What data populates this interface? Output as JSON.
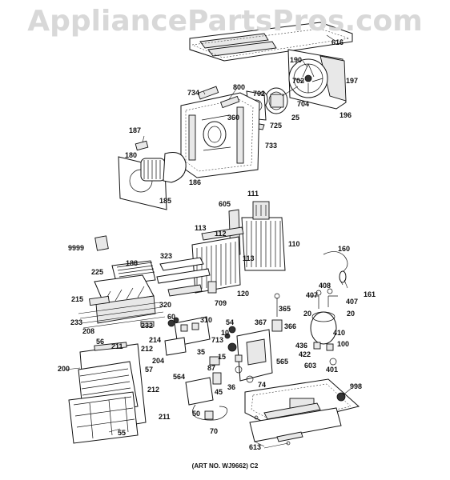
{
  "watermark": "AppliancePartsPros.com",
  "footer": "(ART NO. WJ9662) C2",
  "callouts": [
    {
      "id": "616"
    },
    {
      "id": "190"
    },
    {
      "id": "702a",
      "text": "702"
    },
    {
      "id": "197"
    },
    {
      "id": "734"
    },
    {
      "id": "800"
    },
    {
      "id": "702b",
      "text": "702"
    },
    {
      "id": "704"
    },
    {
      "id": "196"
    },
    {
      "id": "360"
    },
    {
      "id": "725"
    },
    {
      "id": "25"
    },
    {
      "id": "733"
    },
    {
      "id": "187"
    },
    {
      "id": "180"
    },
    {
      "id": "186"
    },
    {
      "id": "185"
    },
    {
      "id": "111"
    },
    {
      "id": "605"
    },
    {
      "id": "113a",
      "text": "113"
    },
    {
      "id": "112"
    },
    {
      "id": "110"
    },
    {
      "id": "9999"
    },
    {
      "id": "113b",
      "text": "113"
    },
    {
      "id": "160"
    },
    {
      "id": "188"
    },
    {
      "id": "323"
    },
    {
      "id": "225"
    },
    {
      "id": "120"
    },
    {
      "id": "408"
    },
    {
      "id": "407a",
      "text": "407"
    },
    {
      "id": "407b",
      "text": "407"
    },
    {
      "id": "161"
    },
    {
      "id": "215"
    },
    {
      "id": "320"
    },
    {
      "id": "709"
    },
    {
      "id": "365"
    },
    {
      "id": "20a",
      "text": "20"
    },
    {
      "id": "20b",
      "text": "20"
    },
    {
      "id": "233"
    },
    {
      "id": "60"
    },
    {
      "id": "310"
    },
    {
      "id": "232"
    },
    {
      "id": "208"
    },
    {
      "id": "54"
    },
    {
      "id": "367"
    },
    {
      "id": "366"
    },
    {
      "id": "410"
    },
    {
      "id": "10"
    },
    {
      "id": "214"
    },
    {
      "id": "56"
    },
    {
      "id": "211a",
      "text": "211"
    },
    {
      "id": "212a",
      "text": "212"
    },
    {
      "id": "713"
    },
    {
      "id": "100"
    },
    {
      "id": "436"
    },
    {
      "id": "35"
    },
    {
      "id": "15"
    },
    {
      "id": "422"
    },
    {
      "id": "204"
    },
    {
      "id": "200"
    },
    {
      "id": "57"
    },
    {
      "id": "87"
    },
    {
      "id": "565"
    },
    {
      "id": "401"
    },
    {
      "id": "603"
    },
    {
      "id": "564"
    },
    {
      "id": "36"
    },
    {
      "id": "74"
    },
    {
      "id": "45"
    },
    {
      "id": "998"
    },
    {
      "id": "212b",
      "text": "212"
    },
    {
      "id": "211b",
      "text": "211"
    },
    {
      "id": "50"
    },
    {
      "id": "55"
    },
    {
      "id": "70"
    },
    {
      "id": "613"
    }
  ]
}
